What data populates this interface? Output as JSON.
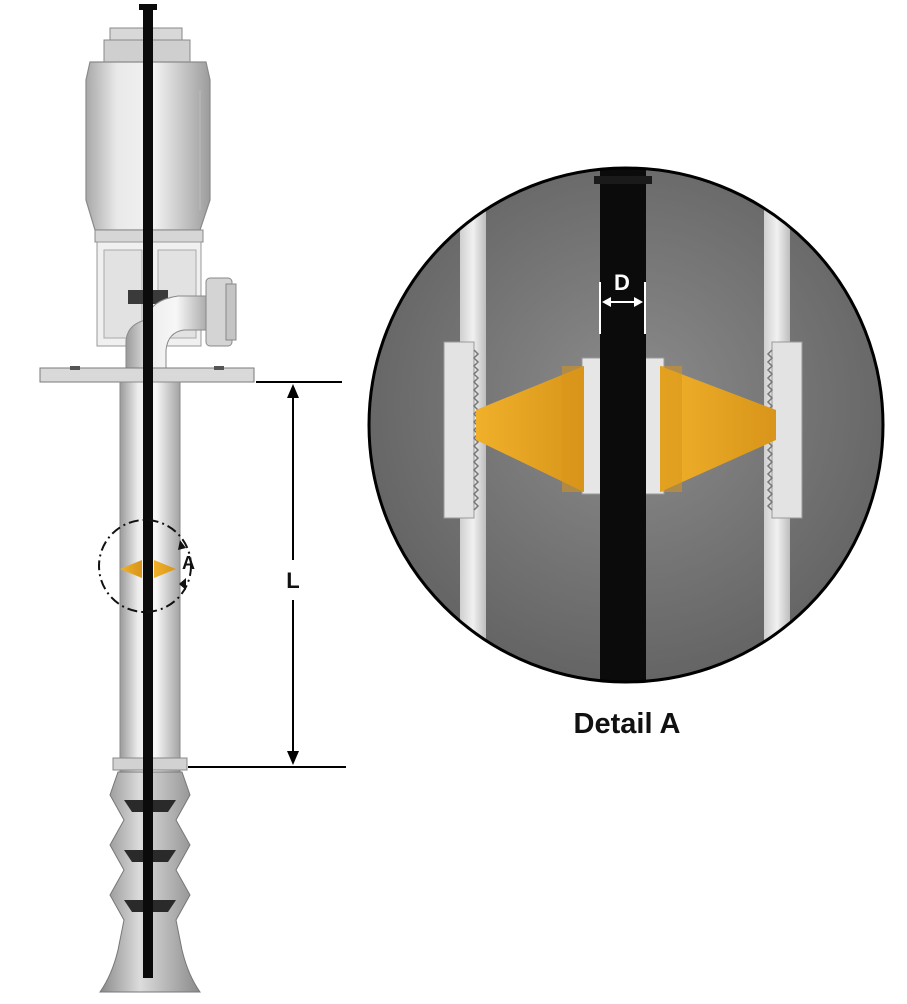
{
  "labels": {
    "length_label": "L",
    "diameter_label": "D",
    "detail_marker": "A",
    "detail_caption": "Detail A"
  },
  "colors": {
    "bearing": "#e2a21f",
    "shaft": "#0b0b0b",
    "pipe_light": "#e6e6e6",
    "pipe_dark": "#8f8f8f",
    "detail_bg": "#7d7d7d",
    "line": "#000000"
  },
  "icons": {
    "detail_marker_shape": "dash-dot-circle",
    "dimension_arrows": "double-headed-arrow"
  }
}
